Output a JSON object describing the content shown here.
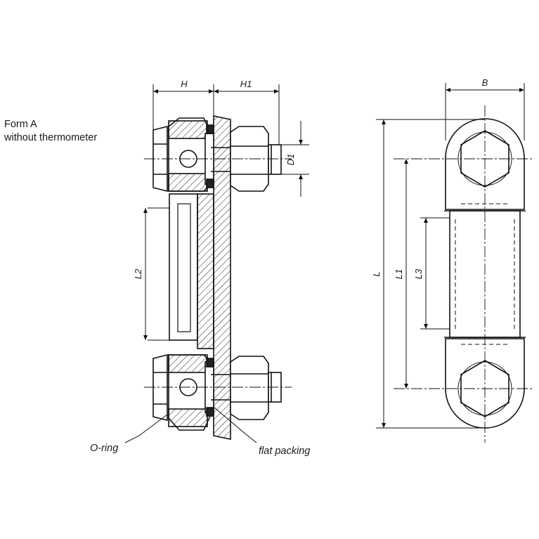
{
  "caption": {
    "line1": "Form A",
    "line2": "without thermometer"
  },
  "dimensions": {
    "h": "H",
    "h1": "H1",
    "d1": "D1",
    "l2": "L2",
    "b": "B",
    "l": "L",
    "l1": "L1",
    "l3": "L3"
  },
  "callouts": {
    "oring": "O-ring",
    "flat_packing": "flat packing"
  }
}
